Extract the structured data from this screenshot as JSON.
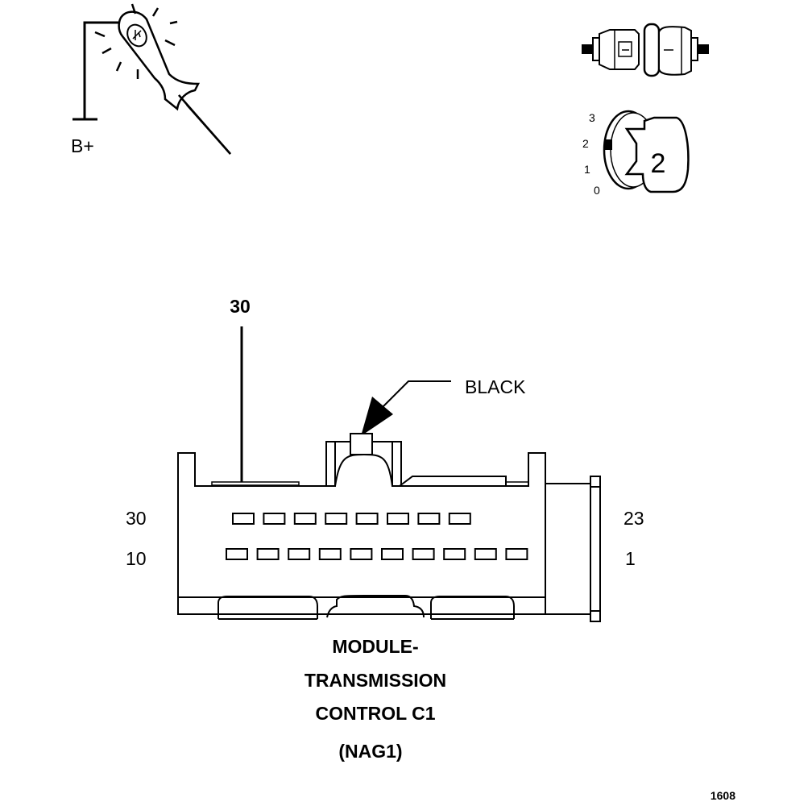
{
  "test_light": {
    "supply_label": "B+"
  },
  "ignition": {
    "positions": [
      "3",
      "2",
      "1",
      "0"
    ],
    "key_number": "2"
  },
  "connector": {
    "pin_callout": "30",
    "housing_color_label": "BLACK",
    "row_labels": {
      "top_left": "30",
      "top_right": "23",
      "bottom_left": "10",
      "bottom_right": "1"
    },
    "title_lines": [
      "MODULE-",
      "TRANSMISSION",
      "CONTROL C1",
      "(NAG1)"
    ]
  },
  "figure_number": "1608"
}
